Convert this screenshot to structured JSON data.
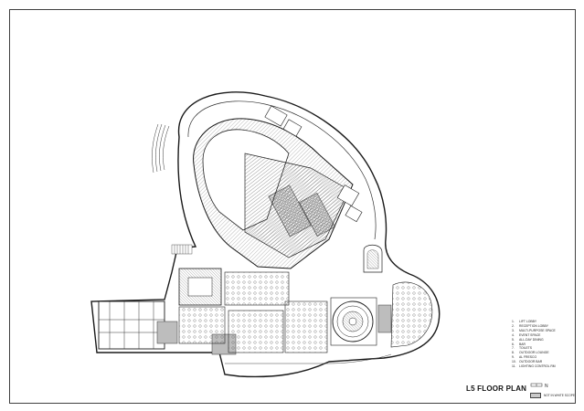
{
  "drawing": {
    "title": "L5 FLOOR PLAN",
    "north_label": "N"
  },
  "legend": [
    {
      "num": "1.",
      "label": "LIFT LOBBY"
    },
    {
      "num": "2.",
      "label": "RECEPTION LOBBY"
    },
    {
      "num": "3.",
      "label": "MULTI-PURPOSE SPACE"
    },
    {
      "num": "4.",
      "label": "EVENT SPACE"
    },
    {
      "num": "5.",
      "label": "ALL-DAY DINING"
    },
    {
      "num": "6.",
      "label": "BAR"
    },
    {
      "num": "7.",
      "label": "TOILETS"
    },
    {
      "num": "8.",
      "label": "OUTDOOR LOUNGE"
    },
    {
      "num": "9.",
      "label": "AL FRESCO"
    },
    {
      "num": "10.",
      "label": "OUTDOOR BAR"
    },
    {
      "num": "11.",
      "label": "LIGHTING CONTROL RM"
    }
  ],
  "scope_note": "NOT IN WHITE SCOPE",
  "colors": {
    "line": "#1a1a1a",
    "hatch": "#777777",
    "shade": "#bdbdbd",
    "background": "#ffffff"
  }
}
